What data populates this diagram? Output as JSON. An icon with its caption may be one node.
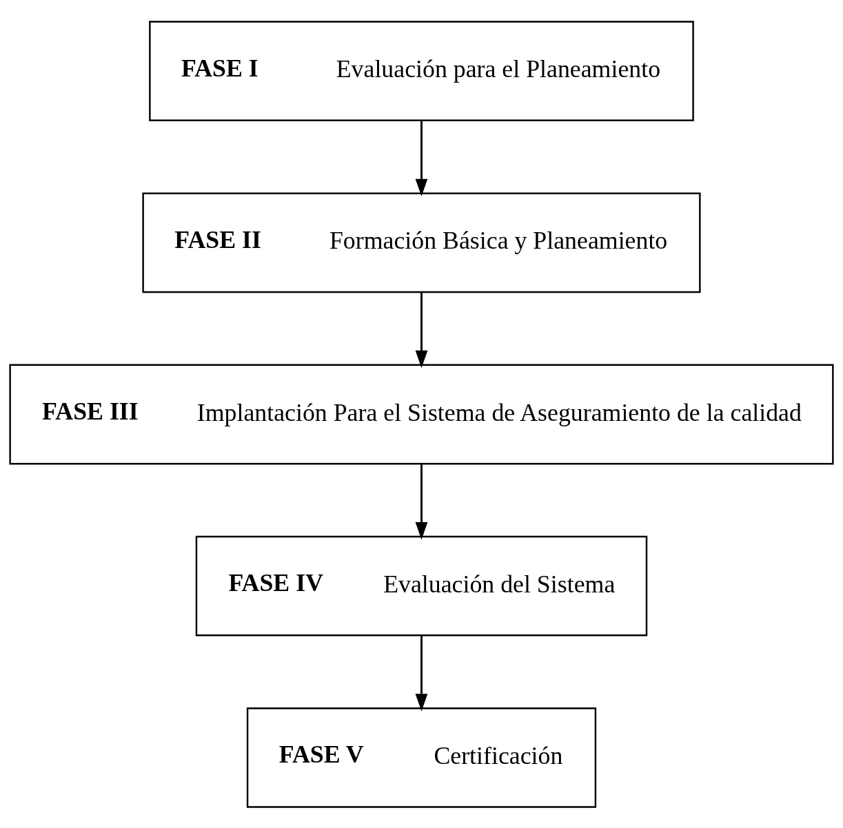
{
  "diagram": {
    "nodes": [
      {
        "text": [
          "FASE I",
          "Evaluación para el Planeamiento"
        ]
      },
      {
        "text": [
          "FASE II",
          "Formación Básica y Planeamiento"
        ]
      },
      {
        "text": [
          "FASE III",
          "Implantación Para el Sistema de Aseguramiento de la calidad"
        ]
      },
      {
        "text": [
          "FASE IV",
          "Evaluación del Sistema"
        ]
      },
      {
        "text": [
          "FASE V",
          "Certificación"
        ]
      }
    ],
    "edges": [
      {
        "from": 0,
        "to": 1,
        "arrow": "to"
      },
      {
        "from": 1,
        "to": 2,
        "arrow": "to"
      },
      {
        "from": 2,
        "to": 3,
        "arrow": "to"
      },
      {
        "from": 3,
        "to": 4,
        "arrow": "to"
      }
    ]
  }
}
